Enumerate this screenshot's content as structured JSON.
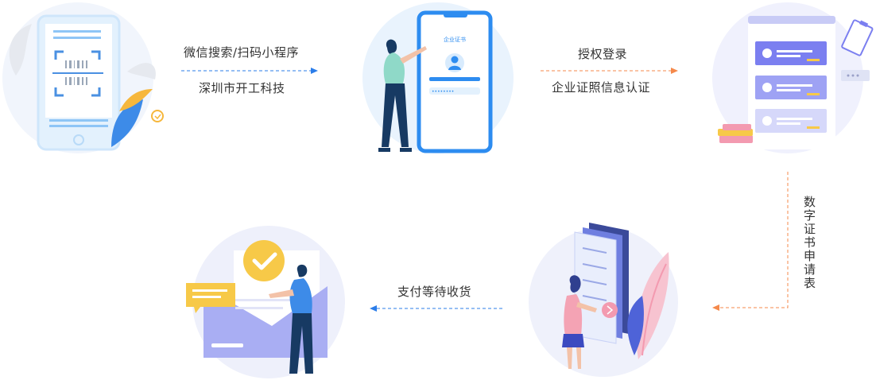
{
  "steps": {
    "step1": {
      "line1": "微信搜索/扫码小程序",
      "line2": "深圳市开工科技"
    },
    "step2": {
      "phone_title": "企业证书",
      "line1": "授权登录",
      "line2": "企业证照信息认证"
    },
    "step3": {
      "label": "数字证书申请表"
    },
    "step4": {
      "label": "支付等待收货"
    }
  },
  "colors": {
    "blue_arrow": "#2b7de9",
    "orange_arrow": "#f5894b",
    "phone_blue": "#2d8cf0",
    "purple": "#7b7ff0",
    "yellow": "#f7c948",
    "pink": "#f39ab0"
  },
  "icons": [
    "qr-scan-icon",
    "check-icon",
    "chat-icon",
    "clipboard-icon",
    "books-icon",
    "avatar-icon"
  ]
}
